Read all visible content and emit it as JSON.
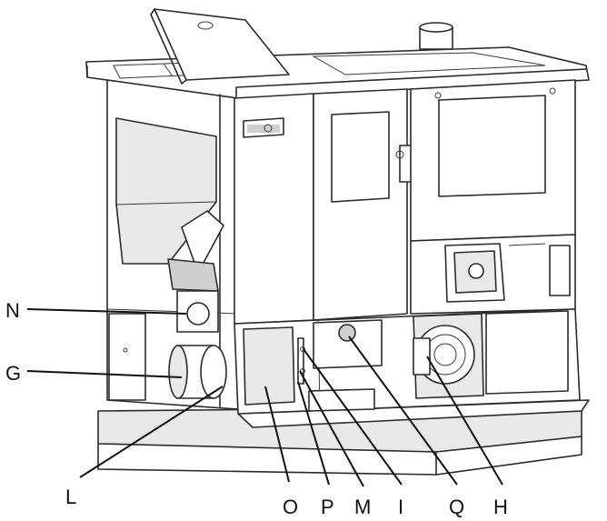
{
  "callouts": {
    "N": "N",
    "G": "G",
    "L": "L",
    "O": "O",
    "P": "P",
    "M": "M",
    "I": "I",
    "Q": "Q",
    "H": "H"
  },
  "colors": {
    "line": "#2b2b2b",
    "panel": "#e9e9e9",
    "background": "#ffffff"
  }
}
